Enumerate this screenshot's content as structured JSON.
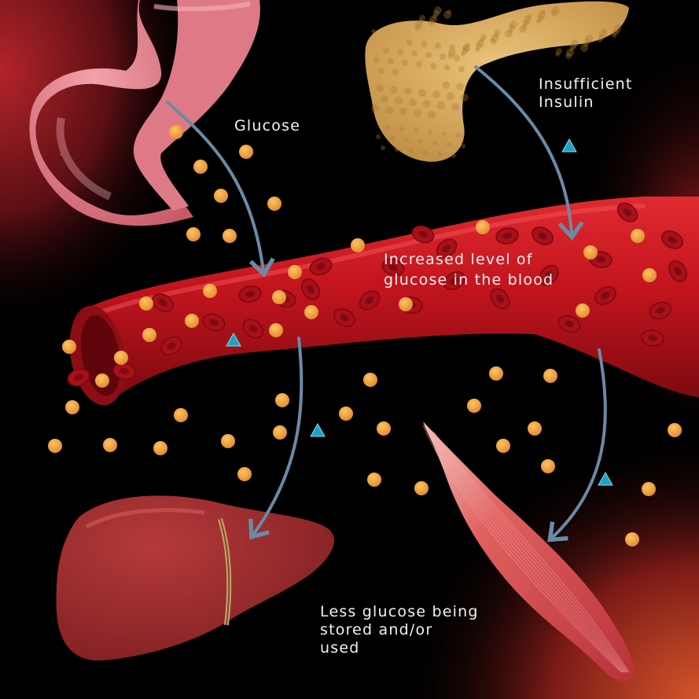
{
  "labels": {
    "glucose": "Glucose",
    "insulin": "Insufficient\nInsulin",
    "blood": "Increased level of\nglucose in the blood",
    "stored": "Less glucose being\nstored and/or\nused"
  },
  "organs": {
    "stomach": "stomach",
    "pancreas": "pancreas",
    "blood_vessel": "blood vessel",
    "liver": "liver",
    "muscle": "muscle"
  },
  "icons": {
    "glucose_molecule": "orange-dot-icon",
    "insulin_molecule": "blue-triangle-icon",
    "red_blood_cell": "red-cell-icon",
    "flow_arrow": "arrow-icon"
  },
  "colors": {
    "background": "#000000",
    "glucose": "#f0a23a",
    "insulin": "#1fa3c4",
    "vessel": "#c0141e",
    "blood_cell": "#a8101a",
    "arrow": "#6b8aa6",
    "stomach": "#e0808c",
    "pancreas": "#d7a95a",
    "liver": "#9c2c2e",
    "muscle": "#e06a68",
    "text": "#f2f2f2"
  }
}
